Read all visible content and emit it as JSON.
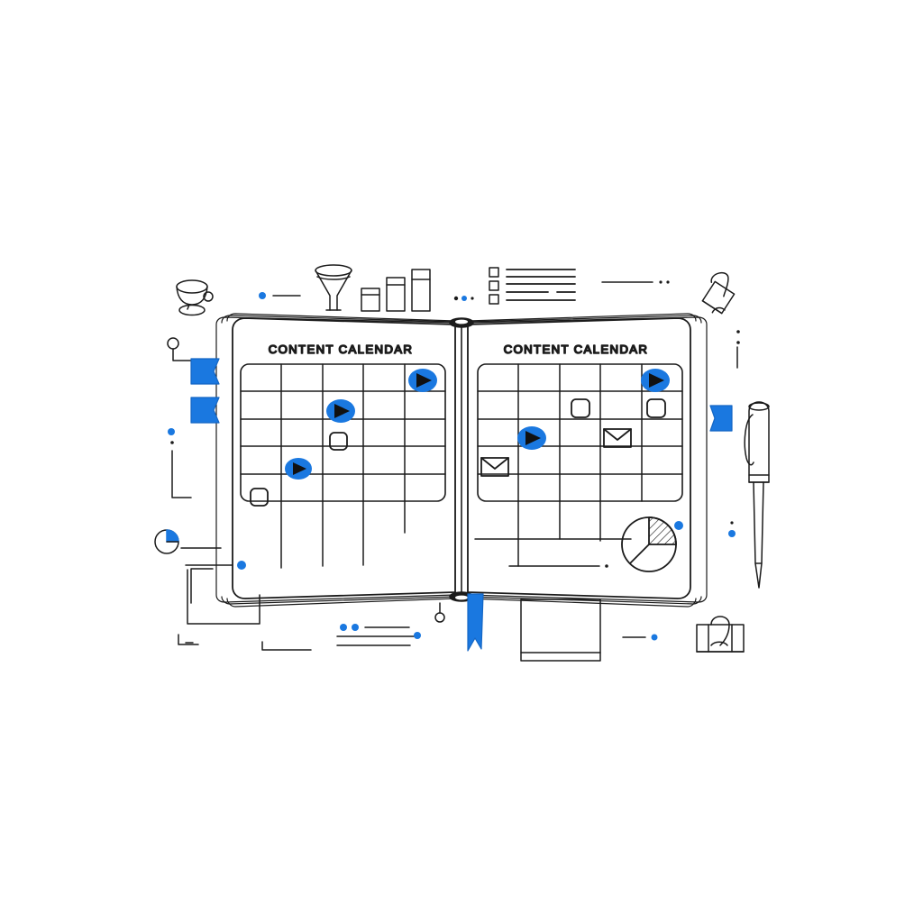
{
  "illustration": {
    "subject": "open-notebook-content-calendar",
    "style": "line-art-flat-illustration",
    "background_color": "#ffffff",
    "line_color": "#1b1b1b",
    "accent_color": "#1a78e0",
    "accent_color_dark": "#1466c4"
  },
  "notebook": {
    "left_page": {
      "title": "CONTENT CALENDAR",
      "grid": {
        "columns": 5,
        "rows": 5
      },
      "markers": [
        {
          "row": 1,
          "col": 5,
          "icon": "play-icon"
        },
        {
          "row": 2,
          "col": 3,
          "icon": "play-icon"
        },
        {
          "row": 3,
          "col": 3,
          "icon": "rounded-square-icon"
        },
        {
          "row": 4,
          "col": 2,
          "icon": "play-icon"
        },
        {
          "row": 5,
          "col": 1,
          "icon": "rounded-square-icon"
        }
      ]
    },
    "right_page": {
      "title": "CONTENT CALENDAR",
      "grid": {
        "columns": 5,
        "rows": 5
      },
      "markers": [
        {
          "row": 1,
          "col": 5,
          "icon": "play-icon"
        },
        {
          "row": 2,
          "col": 3,
          "icon": "rounded-square-icon"
        },
        {
          "row": 2,
          "col": 5,
          "icon": "rounded-square-icon"
        },
        {
          "row": 3,
          "col": 2,
          "icon": "play-icon"
        },
        {
          "row": 3,
          "col": 4,
          "icon": "envelope-icon"
        },
        {
          "row": 4,
          "col": 1,
          "icon": "envelope-icon"
        }
      ]
    },
    "bookmark_ribbon_color": "#1a78e0",
    "edge_tabs": [
      {
        "side": "left",
        "color": "#1a78e0"
      },
      {
        "side": "left",
        "color": "#1a78e0"
      },
      {
        "side": "right",
        "color": "#1a78e0"
      }
    ]
  },
  "decor": {
    "top_left": [
      {
        "name": "cup-icon"
      },
      {
        "name": "dot-dash-connector"
      },
      {
        "name": "funnel-icon"
      },
      {
        "name": "bar-chart-icon",
        "bars": 3
      }
    ],
    "top_right": [
      {
        "name": "checklist-icon",
        "items": 3
      },
      {
        "name": "line-dots-connector"
      },
      {
        "name": "binder-clip-icon"
      }
    ],
    "left": [
      {
        "name": "pin-connector-icon"
      },
      {
        "name": "bracket-connector"
      },
      {
        "name": "pie-chart-small-icon"
      }
    ],
    "right": [
      {
        "name": "pen-icon"
      },
      {
        "name": "dot-accent"
      }
    ],
    "bottom": [
      {
        "name": "rectangle-outline"
      },
      {
        "name": "text-line-group"
      },
      {
        "name": "binder-clip-icon"
      },
      {
        "name": "corner-bracket-icon"
      }
    ],
    "right_page_chart": {
      "name": "pie-chart-icon",
      "hatched_slice": true
    }
  }
}
